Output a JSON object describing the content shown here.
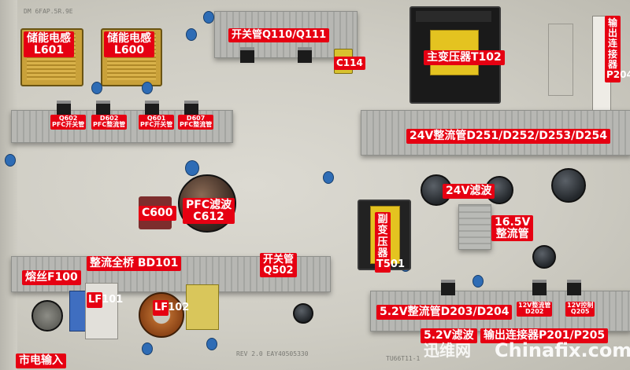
{
  "labels": {
    "l601": "储能电感\nL601",
    "l600": "储能电感\nL600",
    "q110": "开关管Q110/Q111",
    "c114": "C114",
    "t102": "主变压器T102",
    "p204": "输出连接器P204",
    "q602": "Q602\nPFC开关管",
    "d602": "D602\nPFC整流管",
    "q601": "Q601\nPFC开关管",
    "d607": "D607\nPFC整流管",
    "d251": "24V整流管D251/D252/D253/D254",
    "filter24": "24V滤波",
    "c600": "C600",
    "c612": "PFC滤波\nC612",
    "t501": "副变压器\nT501",
    "rect165": "16.5V\n整流管",
    "bd101": "整流全桥 BD101",
    "q502": "开关管\nQ502",
    "f100": "熔丝F100",
    "lf101": "LF101",
    "lf102": "LF102",
    "d203": "5.2V整流管D203/D204",
    "d202": "12V整流管\nD202",
    "q205": "12V控制\nQ205",
    "filter52": "5.2V滤波",
    "p201": "输出连接器P201/P205",
    "mains": "市电输入"
  },
  "watermark": {
    "cn": "迅维网",
    "en": "Chinafix.com"
  },
  "colors": {
    "label_bg": "#e60012",
    "label_text": "#ffffff",
    "board": "#d6d4cb"
  }
}
